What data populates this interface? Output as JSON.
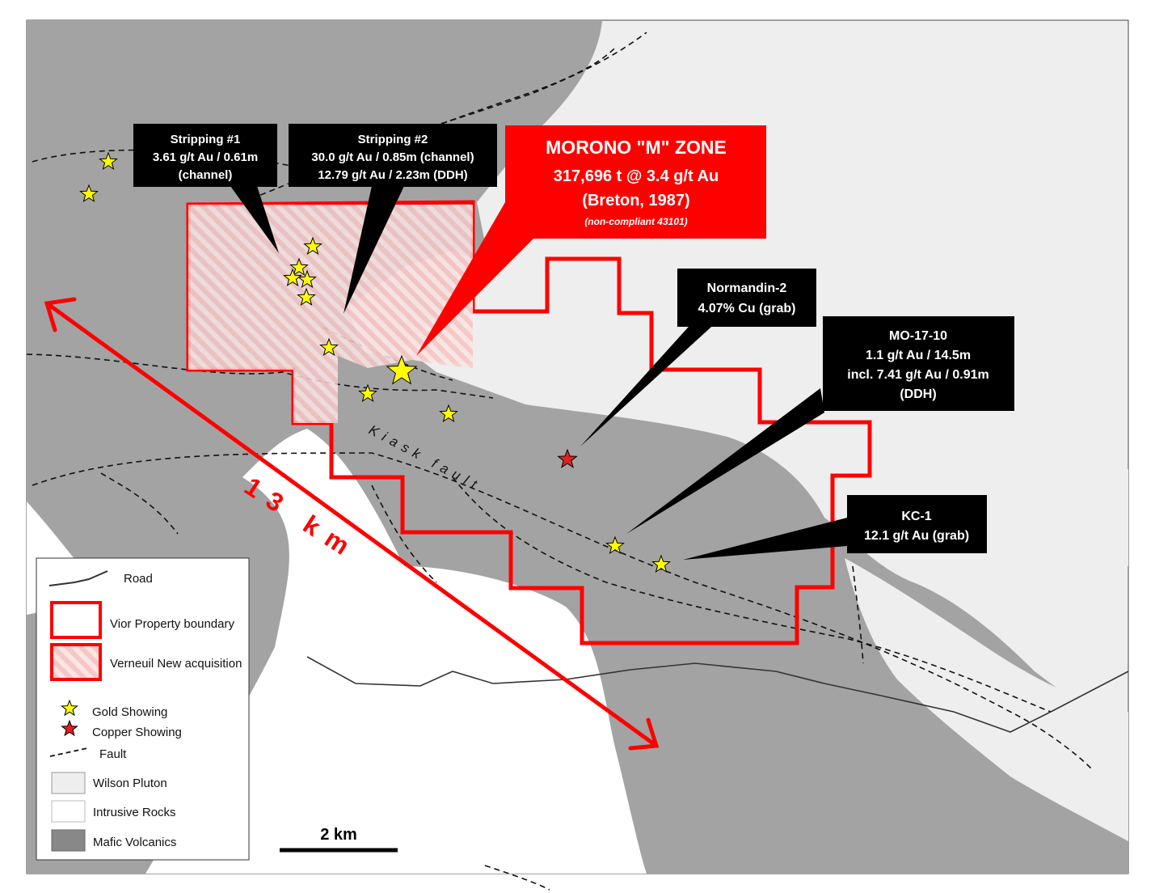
{
  "map": {
    "colors": {
      "mafic": "#a3a3a3",
      "pluton": "#eeeeee",
      "intrusive": "#ffffff",
      "property": "#ff0000",
      "label_bg": "#000000",
      "label_text": "#ffffff",
      "gold": "#ffff00",
      "copper": "#e02020"
    },
    "callouts": {
      "stripping1": [
        "Stripping #1",
        "3.61 g/t Au / 0.61m",
        "(channel)"
      ],
      "stripping2": [
        "Stripping #2",
        "30.0 g/t Au / 0.85m (channel)",
        "12.79 g/t Au / 2.23m (DDH)"
      ],
      "normandin": [
        "Normandin-2",
        "4.07% Cu (grab)"
      ],
      "mo1710": [
        "MO-17-10",
        "1.1 g/t Au / 14.5m",
        "incl. 7.41 g/t Au / 0.91m",
        "(DDH)"
      ],
      "kc1": [
        "KC-1",
        "12.1 g/t Au (grab)"
      ]
    },
    "morono": {
      "title": "MORONO \"M\" ZONE",
      "line1": "317,696 t @ 3.4 g/t Au",
      "line2": "(Breton, 1987)",
      "note": "(non-compliant 43101)"
    },
    "fault_label": "Kiask fault",
    "distance_label": "13 km",
    "scale_label": "2 km",
    "legend": {
      "road": "Road",
      "property": "Vior Property boundary",
      "acquisition": "Verneuil New acquisition",
      "gold": "Gold Showing",
      "copper": "Copper Showing",
      "fault": "Fault",
      "pluton": "Wilson Pluton",
      "intrusive": "Intrusive Rocks",
      "mafic": "Mafic Volcanics"
    }
  }
}
